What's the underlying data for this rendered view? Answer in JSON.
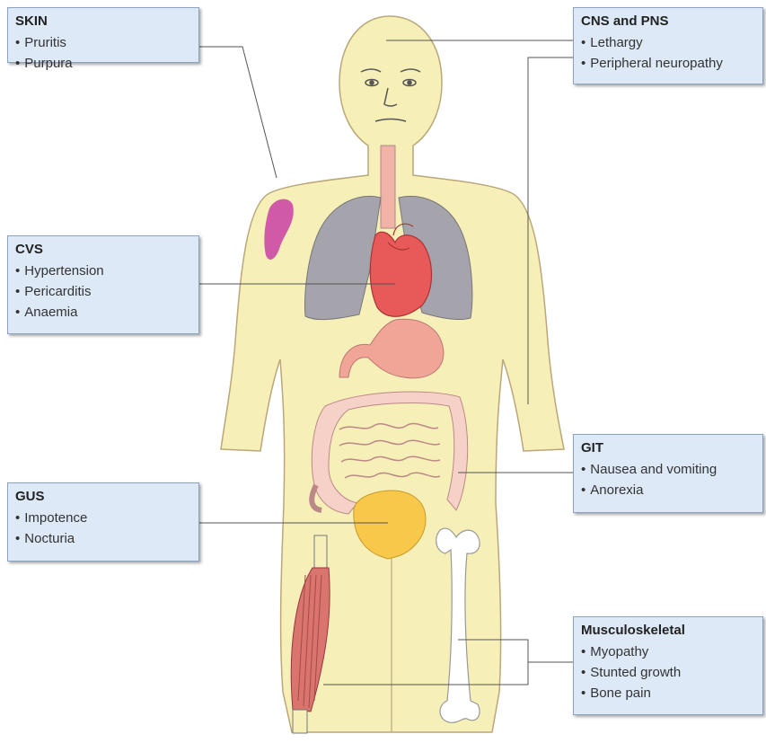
{
  "boxes": {
    "skin": {
      "title": "SKIN",
      "items": [
        "Pruritis",
        "Purpura"
      ]
    },
    "cns": {
      "title": "CNS and PNS",
      "items": [
        "Lethargy",
        "Peripheral neuropathy"
      ]
    },
    "cvs": {
      "title": "CVS",
      "items": [
        "Hypertension",
        "Pericarditis",
        "Anaemia"
      ]
    },
    "git": {
      "title": "GIT",
      "items": [
        "Nausea and vomiting",
        "Anorexia"
      ]
    },
    "gus": {
      "title": "GUS",
      "items": [
        "Impotence",
        "Nocturia"
      ]
    },
    "msk": {
      "title": "Musculoskeletal",
      "items": [
        "Myopathy",
        "Stunted growth",
        "Bone pain"
      ]
    }
  },
  "colors": {
    "skin": "#f7efb8",
    "skin_outline": "#b9a77a",
    "lungs": "#a5a4ad",
    "heart": "#e85a5a",
    "stomach": "#f1a596",
    "intestine": "#f6d1c7",
    "bladder": "#f7c84a",
    "purpura": "#d05aa8",
    "muscle": "#d9756c",
    "bone": "#ffffff",
    "box_fill": "#dde9f7",
    "leader_line": "#555555"
  }
}
